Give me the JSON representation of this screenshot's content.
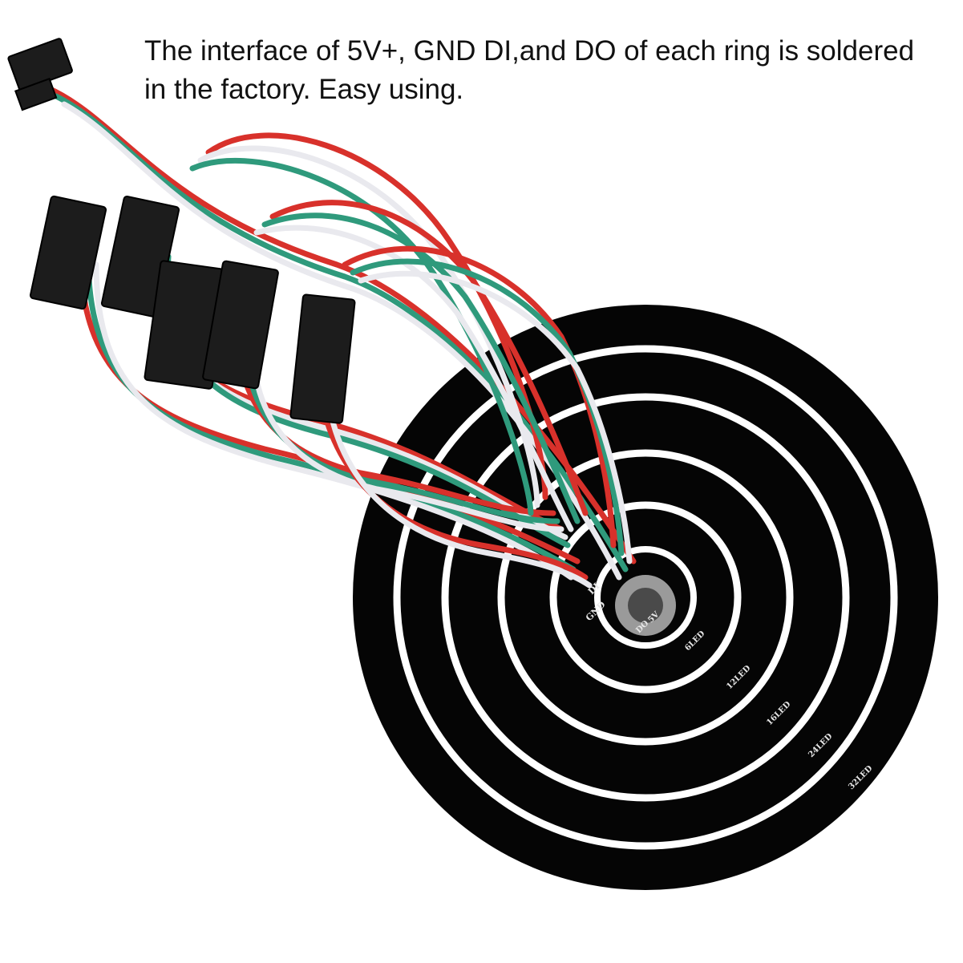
{
  "caption": {
    "line1": "The interface of 5V+, GND DI,and DO of each ring is soldered",
    "line2": "in the factory. Easy using."
  },
  "board": {
    "ring_labels": [
      "6LED",
      "12LED",
      "16LED",
      "24LED",
      "32LED"
    ],
    "center_pads": {
      "di": "DI",
      "gnd": "GND",
      "v5": "5V",
      "do": "DO"
    },
    "colors": {
      "pcb": "#050505",
      "gap": "#ffffff",
      "wire_red": "#d8312b",
      "wire_green": "#2f9a7c",
      "wire_white": "#e9e9ee",
      "connector": "#1c1c1c"
    }
  }
}
